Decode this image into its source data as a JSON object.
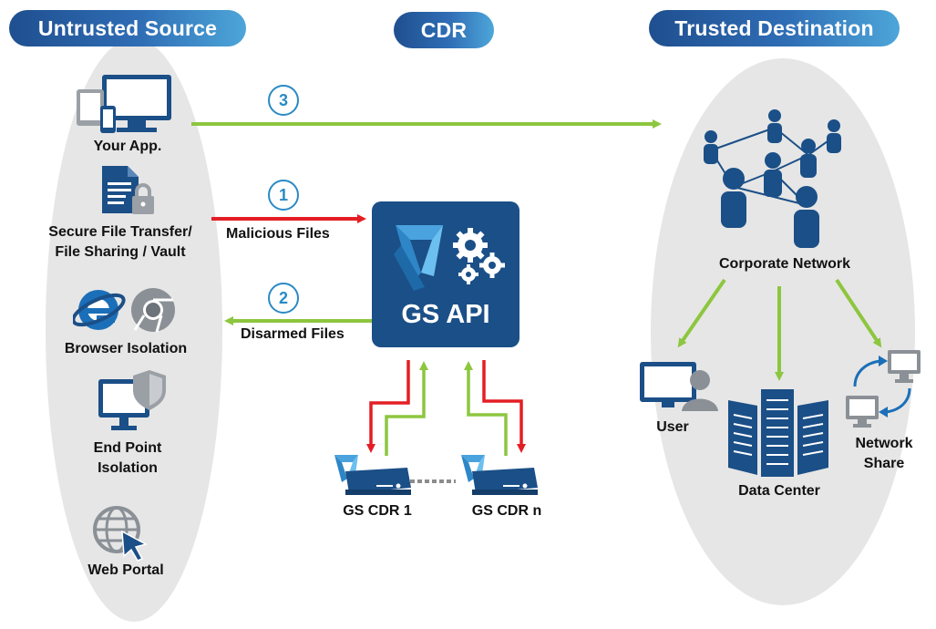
{
  "headers": {
    "untrusted": "Untrusted Source",
    "cdr": "CDR",
    "trusted": "Trusted Destination"
  },
  "sources": {
    "app": "Your App.",
    "file_transfer_line1": "Secure File Transfer/",
    "file_transfer_line2": "File Sharing / Vault",
    "browser": "Browser Isolation",
    "endpoint_line1": "End Point",
    "endpoint_line2": "Isolation",
    "web_portal": "Web Portal"
  },
  "flows": {
    "step1": "1",
    "step2": "2",
    "step3": "3",
    "malicious": "Malicious Files",
    "disarmed": "Disarmed Files"
  },
  "api": {
    "label": "GS API"
  },
  "nodes": {
    "cdr1": "GS CDR 1",
    "cdrn": "GS CDR n"
  },
  "destinations": {
    "corporate": "Corporate Network",
    "user": "User",
    "datacenter": "Data Center",
    "share_line1": "Network",
    "share_line2": "Share"
  },
  "colors": {
    "navy": "#1b4f87",
    "green_arrow": "#8dc63f",
    "red_arrow": "#e31e24",
    "ellipse": "#e6e6e6",
    "accent_blue": "#2a8ac5"
  }
}
